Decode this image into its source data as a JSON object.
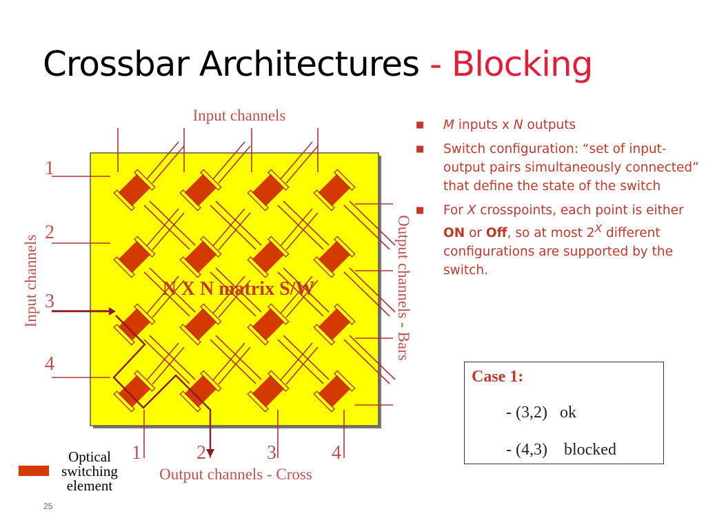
{
  "title": {
    "main": "Crossbar Architectures",
    "accent": "- Blocking"
  },
  "diagram": {
    "input_channels_top": "Input channels",
    "input_channels_left": "Input channels",
    "output_channels_right": "Output channels - Bars",
    "output_channels_bottom": "Output channels - Cross",
    "matrix_label": "N X N matrix S/W",
    "input_numbers": [
      "1",
      "2",
      "3",
      "4"
    ],
    "output_numbers": [
      "1",
      "2",
      "3",
      "4"
    ],
    "colors": {
      "panel": "#ffff00",
      "switch": "#d43a00",
      "line": "#b0303a"
    }
  },
  "bullets": [
    {
      "em": "M",
      "a": " inputs x ",
      "em2": "N",
      "b": " outputs"
    },
    {
      "text": "Switch configuration: “set of input-output pairs simultaneously connected” that define the state of the switch"
    },
    {
      "a": "For ",
      "em": "X",
      "b": " crosspoints, each point is either ",
      "on": "ON",
      "c": " or ",
      "off": "Off",
      "d": ", so at most 2",
      "sup": "X",
      "e": " different configurations are supported by the switch."
    }
  ],
  "case_box": {
    "title": "Case 1:",
    "row1": "- (3,2)   ok",
    "row2": "- (4,3)    blocked"
  },
  "legend": {
    "label": "Optical switching element"
  },
  "page_number": "25"
}
